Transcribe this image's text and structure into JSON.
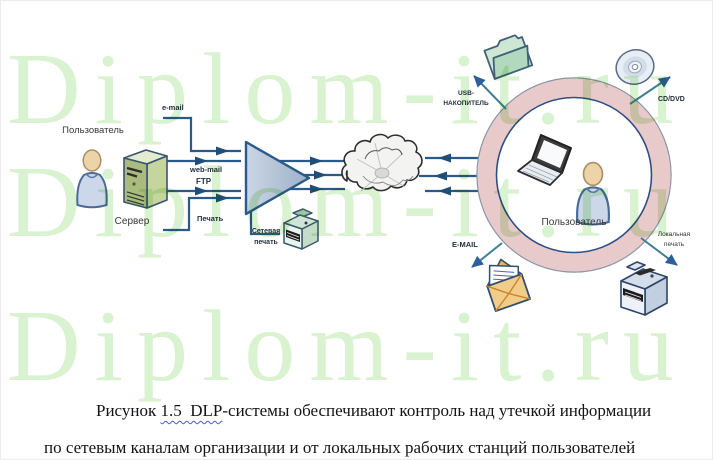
{
  "watermark": {
    "text": "Diplom-it.ru",
    "color": "#d9f2cf"
  },
  "colors": {
    "connector": "#2a5a8a",
    "arrowhead": "#1f4e79",
    "ring_band": "#e9caca",
    "triangle_fill": "#b9c6da",
    "diagonal_arrow": "#3f7f96"
  },
  "diagram": {
    "left_zone": {
      "user_label": "Пользователь",
      "server_label": "Сервер",
      "channel_email": "e-mail",
      "channel_webmail": "web-mail",
      "channel_ftp": "FTP",
      "channel_print": "Печать",
      "network_print_label": "Сетевая\nпечать"
    },
    "right_zone": {
      "user_label": "Пользователь",
      "usb_label": "USB-\nНАКОПИТЕЛЬ",
      "cd_label": "CD/DVD",
      "email_label": "E-MAIL",
      "local_print_label": "Локальная\nпечать"
    }
  },
  "caption": {
    "line1_prefix": "Рисунок ",
    "line1_underlined": "1.5  DLP",
    "line1_rest": "-системы обеспечивают контроль над утечкой информации",
    "line2": "по сетевым каналам организации и от локальных рабочих станций пользователей"
  }
}
